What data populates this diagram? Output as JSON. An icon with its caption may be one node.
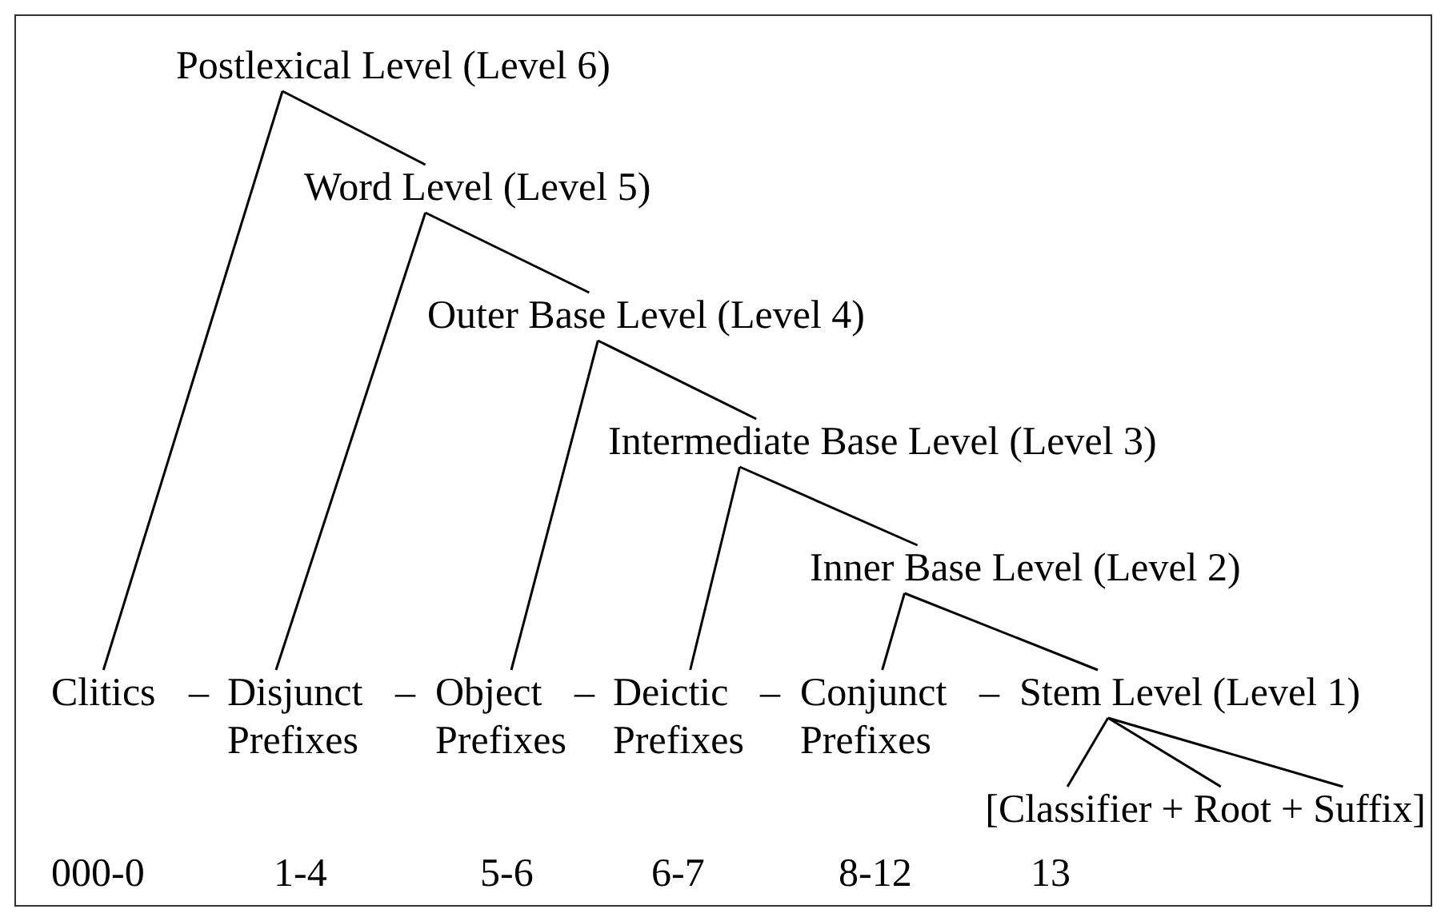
{
  "diagram": {
    "nodes": [
      {
        "text": [
          "Postlexical Level (Level 6)"
        ]
      },
      {
        "text": [
          "Word Level (Level 5)"
        ]
      },
      {
        "text": [
          "Outer Base Level (Level 4)"
        ]
      },
      {
        "text": [
          "Intermediate Base Level (Level 3)"
        ]
      },
      {
        "text": [
          "Inner Base Level (Level 2)"
        ]
      },
      {
        "text": [
          "Clitics"
        ]
      },
      {
        "text": [
          "Disjunct Prefixes"
        ]
      },
      {
        "text": [
          "Object Prefixes"
        ]
      },
      {
        "text": [
          "Deictic Prefixes"
        ]
      },
      {
        "text": [
          "Conjunct Prefixes"
        ]
      },
      {
        "text": [
          "Stem Level (Level 1)"
        ]
      },
      {
        "text": [
          "Classifier"
        ]
      },
      {
        "text": [
          "Root"
        ]
      },
      {
        "text": [
          "Suffix"
        ]
      }
    ],
    "edges": [
      {
        "from": 0,
        "to": 5,
        "arrow": "none"
      },
      {
        "from": 0,
        "to": 1,
        "arrow": "none"
      },
      {
        "from": 1,
        "to": 6,
        "arrow": "none"
      },
      {
        "from": 1,
        "to": 2,
        "arrow": "none"
      },
      {
        "from": 2,
        "to": 7,
        "arrow": "none"
      },
      {
        "from": 2,
        "to": 3,
        "arrow": "none"
      },
      {
        "from": 3,
        "to": 8,
        "arrow": "none"
      },
      {
        "from": 3,
        "to": 4,
        "arrow": "none"
      },
      {
        "from": 4,
        "to": 9,
        "arrow": "none"
      },
      {
        "from": 4,
        "to": 10,
        "arrow": "none"
      },
      {
        "from": 10,
        "to": 11,
        "arrow": "none"
      },
      {
        "from": 10,
        "to": 12,
        "arrow": "none"
      },
      {
        "from": 10,
        "to": 13,
        "arrow": "none"
      }
    ],
    "labels": [
      "–",
      "–",
      "–",
      "–",
      "–",
      "[",
      "+",
      "+",
      "]",
      "000-0",
      "1-4",
      "5-6",
      "6-7",
      "8-12",
      "13"
    ]
  }
}
